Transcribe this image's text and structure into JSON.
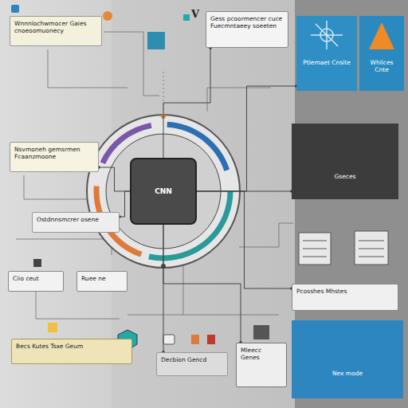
{
  "diagram": {
    "nodes": [
      {
        "text": [
          "Wnnnlochwmocer Gaies cnoeoomuonecy"
        ]
      },
      {
        "text": [
          "Gess pcoormencer cuce Fuecmntaeey soeeten"
        ]
      },
      {
        "text": [
          "Ptlemaet Cnsite"
        ]
      },
      {
        "text": [
          "Whlices Cnte"
        ]
      },
      {
        "text": [
          "CNN"
        ]
      },
      {
        "text": [
          "Nsvmoneh gemsrmen Fcaanzmoone"
        ]
      },
      {
        "text": [
          "Ostdnnsmcrer osene"
        ]
      },
      {
        "text": [
          "Ciio ceut"
        ]
      },
      {
        "text": [
          "Ruee ne"
        ]
      },
      {
        "text": [
          "Becs Kutes Tsxe Geum"
        ]
      },
      {
        "text": [
          "Decbion Gencd"
        ]
      },
      {
        "text": [
          "Mleecc Genes"
        ]
      },
      {
        "text": [
          "Gseces"
        ]
      },
      {
        "text": [
          "Pcosshes Mhstes"
        ]
      },
      {
        "text": [
          "Nex mode"
        ]
      }
    ],
    "edges": [
      {
        "from": 4,
        "to": 1,
        "arrow": "none"
      },
      {
        "from": 4,
        "to": 2,
        "arrow": "none"
      },
      {
        "from": 4,
        "to": 5,
        "arrow": "none"
      },
      {
        "from": 4,
        "to": 6,
        "arrow": "none"
      },
      {
        "from": 4,
        "to": 12,
        "arrow": "none"
      },
      {
        "from": 4,
        "to": 13,
        "arrow": "none"
      },
      {
        "from": 4,
        "to": 10,
        "arrow": "none"
      },
      {
        "from": 4,
        "to": 11,
        "arrow": "none"
      }
    ],
    "labels": [
      "V"
    ]
  }
}
